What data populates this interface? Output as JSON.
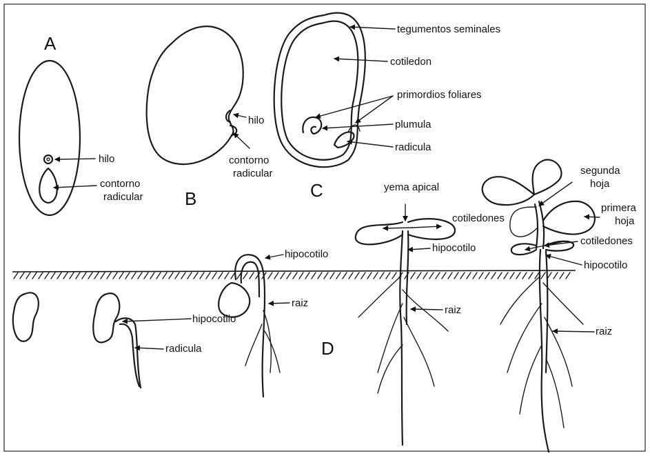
{
  "panels": {
    "a": "A",
    "b": "B",
    "c": "C",
    "d": "D"
  },
  "labels": {
    "a_hilo": "hilo",
    "a_contorno_1": "contorno",
    "a_contorno_2": "radicular",
    "b_hilo": "hilo",
    "b_contorno_1": "contorno",
    "b_contorno_2": "radicular",
    "c_tegumentos": "tegumentos seminales",
    "c_cotiledon": "cotiledon",
    "c_primordios": "primordios foliares",
    "c_plumula": "plumula",
    "c_radicula": "radicula",
    "d2_hipocotilo": "hipocotilo",
    "d2_radicula": "radicula",
    "d3_hipocotilo": "hipocotilo",
    "d3_raiz": "raiz",
    "d4_yema": "yema apical",
    "d4_cotiledones": "cotiledones",
    "d4_hipocotilo": "hipocotilo",
    "d4_raiz": "raiz",
    "d5_segunda_1": "segunda",
    "d5_segunda_2": "hoja",
    "d5_primera_1": "primera",
    "d5_primera_2": "hoja",
    "d5_cotiledones": "cotiledones",
    "d5_hipocotilo": "hipocotilo",
    "d5_raiz": "raiz"
  }
}
